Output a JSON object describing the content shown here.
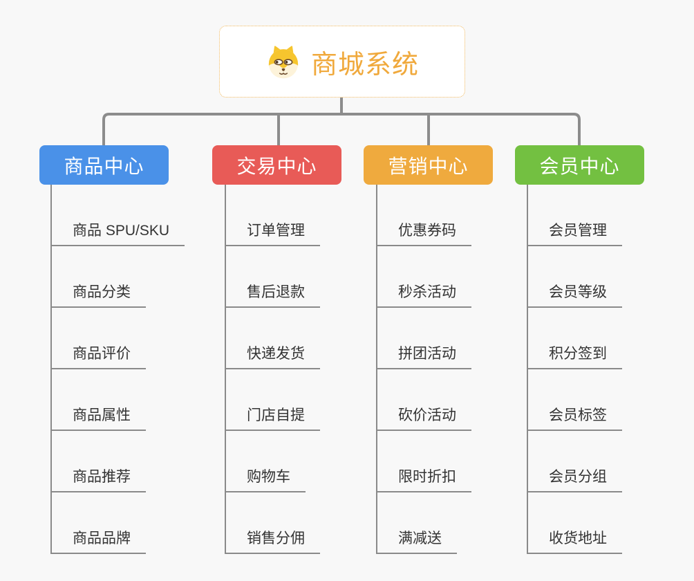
{
  "root": {
    "title": "商城系统",
    "title_color": "#f0a93c",
    "border_color": "#f0b95e",
    "icon": "shiba-dog-icon"
  },
  "connectors": {
    "color": "#8c8c8c",
    "child_line_color": "#8a8a8a"
  },
  "branches": [
    {
      "label": "商品中心",
      "color": "#4a91e8",
      "children": [
        "商品 SPU/SKU",
        "商品分类",
        "商品评价",
        "商品属性",
        "商品推荐",
        "商品品牌"
      ]
    },
    {
      "label": "交易中心",
      "color": "#e85b57",
      "children": [
        "订单管理",
        "售后退款",
        "快递发货",
        "门店自提",
        "购物车",
        "销售分佣"
      ]
    },
    {
      "label": "营销中心",
      "color": "#efaa3e",
      "children": [
        "优惠券码",
        "秒杀活动",
        "拼团活动",
        "砍价活动",
        "限时折扣",
        "满减送"
      ]
    },
    {
      "label": "会员中心",
      "color": "#73c041",
      "children": [
        "会员管理",
        "会员等级",
        "积分签到",
        "会员标签",
        "会员分组",
        "收货地址"
      ]
    }
  ]
}
